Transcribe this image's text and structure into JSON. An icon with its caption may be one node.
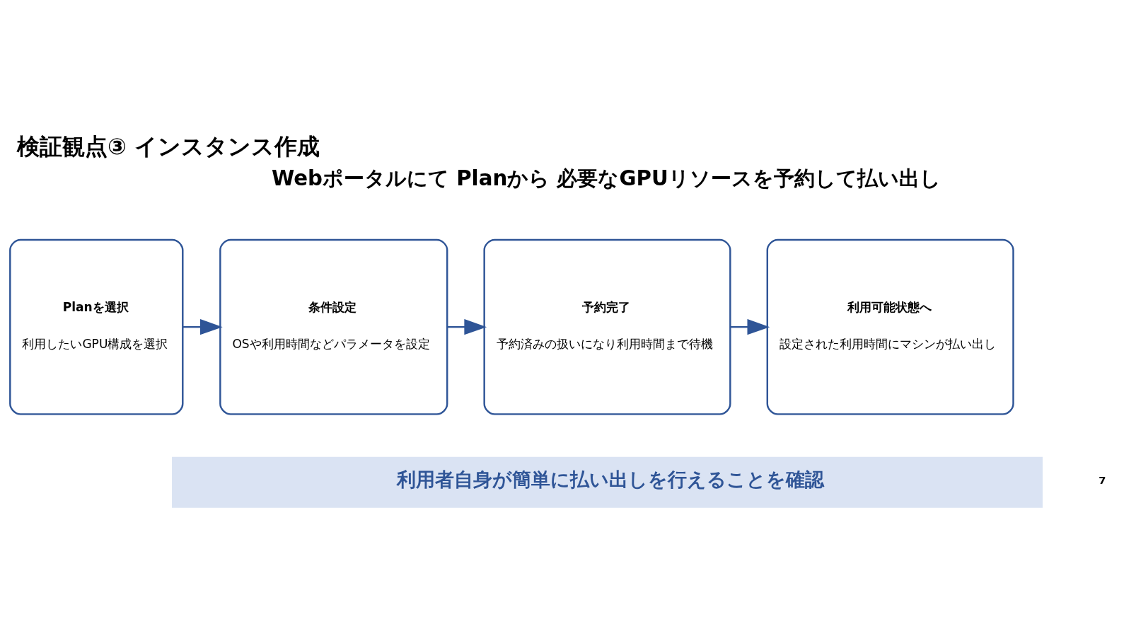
{
  "diagram": {
    "title": "検証観点③ インスタンス作成",
    "nodes": [
      {
        "text": [
          "Planを選択",
          "利用したいGPU構成を選択"
        ]
      },
      {
        "text": [
          "条件設定",
          "OSや利用時間などパラメータを設定"
        ]
      },
      {
        "text": [
          "予約完了",
          "予約済みの扱いになり利用時間まで待機"
        ]
      },
      {
        "text": [
          "利用可能状態へ",
          "設定された利用時間にマシンが払い出し"
        ]
      },
      {
        "text": [
          "利用者自身が簡単に払い出しを行えることを確認"
        ]
      }
    ],
    "edges": [
      {
        "from": 0,
        "to": 1,
        "arrow": "to"
      },
      {
        "from": 1,
        "to": 2,
        "arrow": "to"
      },
      {
        "from": 2,
        "to": 3,
        "arrow": "to"
      }
    ],
    "labels": [
      "Webポータルにて Planから 必要なGPUリソースを予約して払い出し",
      "7"
    ]
  }
}
